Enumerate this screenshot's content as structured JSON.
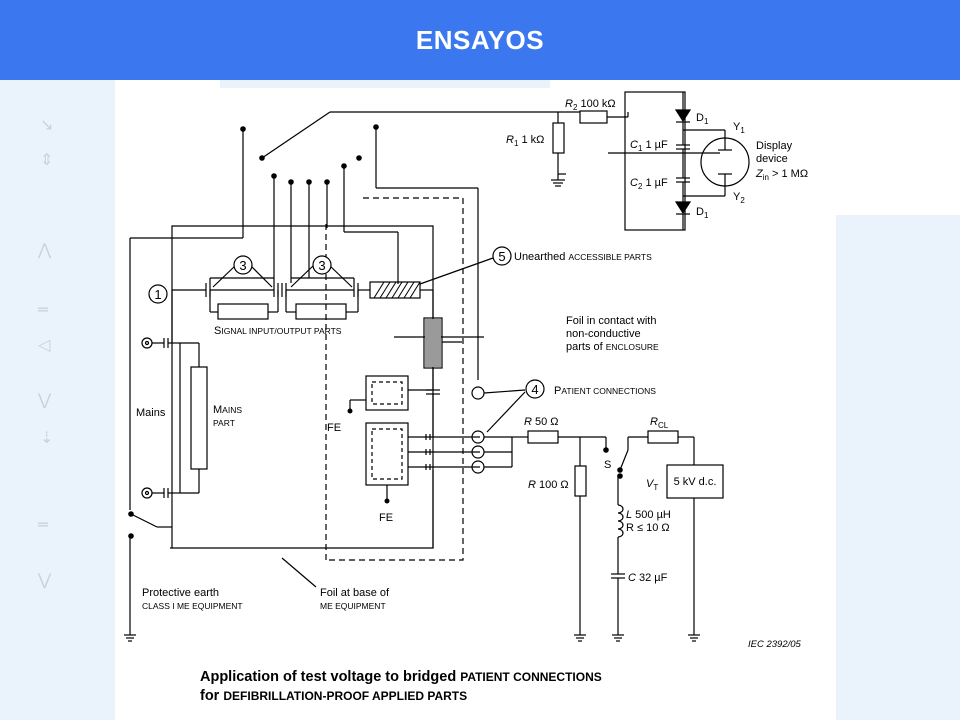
{
  "header": {
    "title": "ENSAYOS",
    "color": "#3b78f0"
  },
  "diagram": {
    "r2": {
      "label": "R",
      "sub": "2",
      "value": " 100 kΩ"
    },
    "r1": {
      "label": "R",
      "sub": "1",
      "value": " 1 kΩ"
    },
    "c1": {
      "label": "C",
      "sub": "1",
      "value": " 1 µF"
    },
    "c2": {
      "label": "C",
      "sub": "2",
      "value": " 1 µF"
    },
    "d1_top": {
      "label": "D",
      "sub": "1"
    },
    "d1_bottom": {
      "label": "D",
      "sub": "1"
    },
    "y1": {
      "label": "Y",
      "sub": "1"
    },
    "y2": {
      "label": "Y",
      "sub": "2"
    },
    "display": {
      "line1": "Display",
      "line2": "device",
      "zin_label": "Z",
      "zin_sub": "in",
      "zin_value": " > 1 MΩ"
    },
    "callout5": {
      "number": "5",
      "lead": "Unearthed ",
      "smallcaps": "ACCESSIBLE PARTS"
    },
    "callout3a": {
      "number": "3"
    },
    "callout3b": {
      "number": "3"
    },
    "callout1": {
      "number": "1"
    },
    "signal_io": {
      "lead": "S",
      "smallcaps": "IGNAL INPUT/OUTPUT PARTS"
    },
    "foil_enclosure": {
      "line1": "Foil in contact with",
      "line2": "non-conductive",
      "line3_lead": "parts of ",
      "line3_smallcaps": "ENCLOSURE"
    },
    "callout4": {
      "number": "4",
      "lead": "P",
      "smallcaps": "ATIENT CONNECTIONS"
    },
    "mains": "Mains",
    "mains_part": {
      "line1_lead": "M",
      "line1_smallcaps": "AINS",
      "line2": "PART"
    },
    "fe_left": "FE",
    "fe_bottom": "FE",
    "r50": {
      "label": "R",
      "value": " 50 Ω"
    },
    "rcl": {
      "label": "R",
      "sub": "CL"
    },
    "r100": {
      "label": "R",
      "value": " 100 Ω"
    },
    "switch_s": "S",
    "vt": {
      "label": "V",
      "sub": "T"
    },
    "supply": "5 kV d.c.",
    "inductor": {
      "line1_label": "L",
      "line1_value": " 500 µH",
      "line2": "R ≤ 10 Ω"
    },
    "capacitor_c": {
      "label": "C",
      "value": " 32 µF"
    },
    "protective_earth": {
      "line1": "Protective earth",
      "line2": "CLASS I ME EQUIPMENT"
    },
    "foil_base": {
      "line1": "Foil at base of",
      "line2": "ME EQUIPMENT"
    },
    "iec_ref": "IEC  2392/05"
  },
  "caption": {
    "line1_lead": "Application of test voltage to bridged ",
    "line1_smallcaps": "PATIENT CONNECTIONS",
    "line2_lead": "for ",
    "line2_smallcaps": "DEFIBRILLATION-PROOF APPLIED PARTS"
  }
}
